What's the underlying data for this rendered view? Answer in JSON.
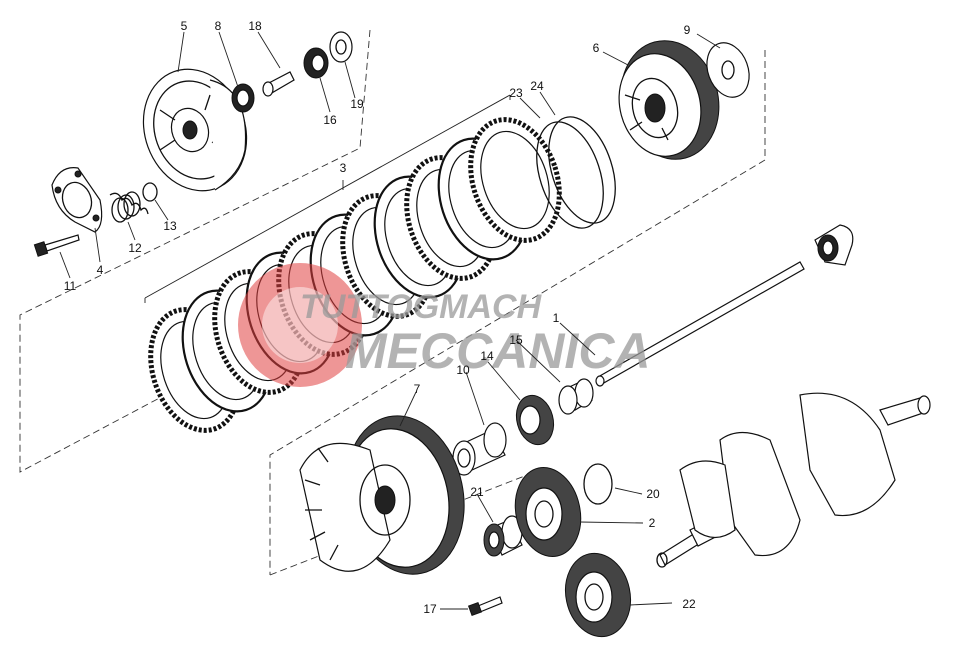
{
  "watermark": {
    "line1": "TUTTOGMACH",
    "line2": "MECCANICA",
    "logo_color": "#e04040"
  },
  "callouts": [
    {
      "id": "c1",
      "text": "1"
    },
    {
      "id": "c2",
      "text": "2"
    },
    {
      "id": "c3",
      "text": "3"
    },
    {
      "id": "c4",
      "text": "4"
    },
    {
      "id": "c5",
      "text": "5"
    },
    {
      "id": "c6",
      "text": "6"
    },
    {
      "id": "c7",
      "text": "7"
    },
    {
      "id": "c8",
      "text": "8"
    },
    {
      "id": "c9",
      "text": "9"
    },
    {
      "id": "c10",
      "text": "10"
    },
    {
      "id": "c11",
      "text": "11"
    },
    {
      "id": "c12",
      "text": "12"
    },
    {
      "id": "c13",
      "text": "13"
    },
    {
      "id": "c14",
      "text": "14"
    },
    {
      "id": "c15",
      "text": "15"
    },
    {
      "id": "c16",
      "text": "16"
    },
    {
      "id": "c17",
      "text": "17"
    },
    {
      "id": "c18",
      "text": "18"
    },
    {
      "id": "c19",
      "text": "19"
    },
    {
      "id": "c20",
      "text": "20"
    },
    {
      "id": "c21",
      "text": "21"
    },
    {
      "id": "c22",
      "text": "22"
    },
    {
      "id": "c23",
      "text": "23"
    },
    {
      "id": "c24",
      "text": "24"
    }
  ]
}
